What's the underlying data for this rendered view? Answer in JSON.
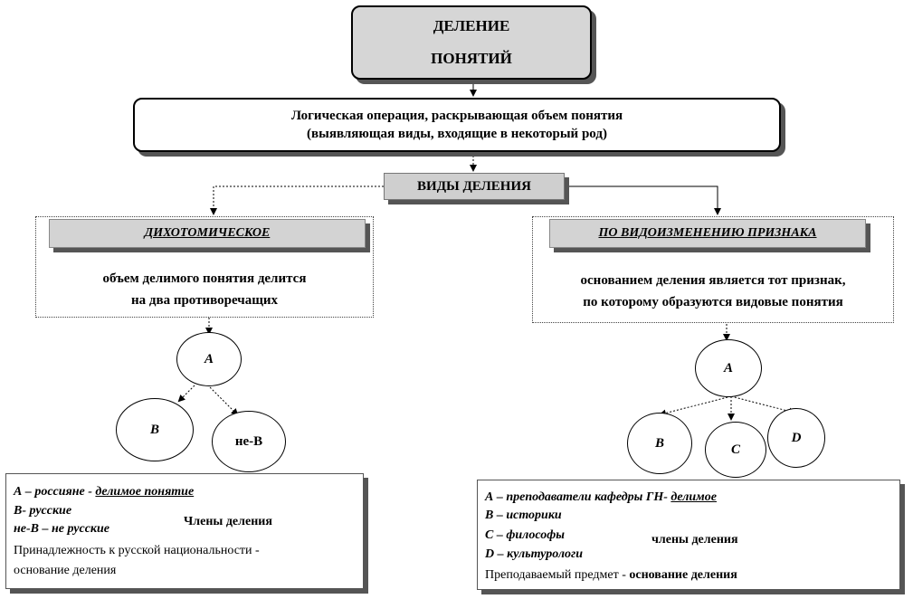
{
  "title": {
    "line1": "ДЕЛЕНИЕ",
    "line2": "ПОНЯТИЙ"
  },
  "definition": {
    "line1": "Логическая операция, раскрывающая объем понятия",
    "line2": "(выявляющая виды, входящие в некоторый род)"
  },
  "types_label": "ВИДЫ ДЕЛЕНИЯ",
  "left_type": {
    "header": "ДИХОТОМИЧЕСКОЕ",
    "text_line1": "объем делимого понятия делится",
    "text_line2": "на два противоречащих",
    "nodes": {
      "a": "А",
      "b": "В",
      "not_b": "не-В"
    },
    "legend": {
      "line1_italic": "А – россияне - ",
      "line1_bold": "делимое понятие",
      "line2": "В- русские",
      "line3": "не-В – не русские",
      "members": "Члены деления",
      "line4": "Принадлежность к русской национальности -",
      "line5": "основание деления"
    }
  },
  "right_type": {
    "header": "ПО ВИДОИЗМЕНЕНИЮ ПРИЗНАКА",
    "text_line1": "основанием деления является тот признак,",
    "text_line2": "по которому образуются видовые понятия",
    "nodes": {
      "a": "А",
      "b": "В",
      "c": "С",
      "d": "D"
    },
    "legend": {
      "line1_italic": "А – преподаватели кафедры ГН- ",
      "line1_bold": "делимое",
      "line2": "В – историки",
      "line3": "С – философы",
      "line4": "D – культурологи",
      "members": "члены деления",
      "line5_normal": "Преподаваемый предмет - ",
      "line5_bold": "основание деления"
    }
  }
}
